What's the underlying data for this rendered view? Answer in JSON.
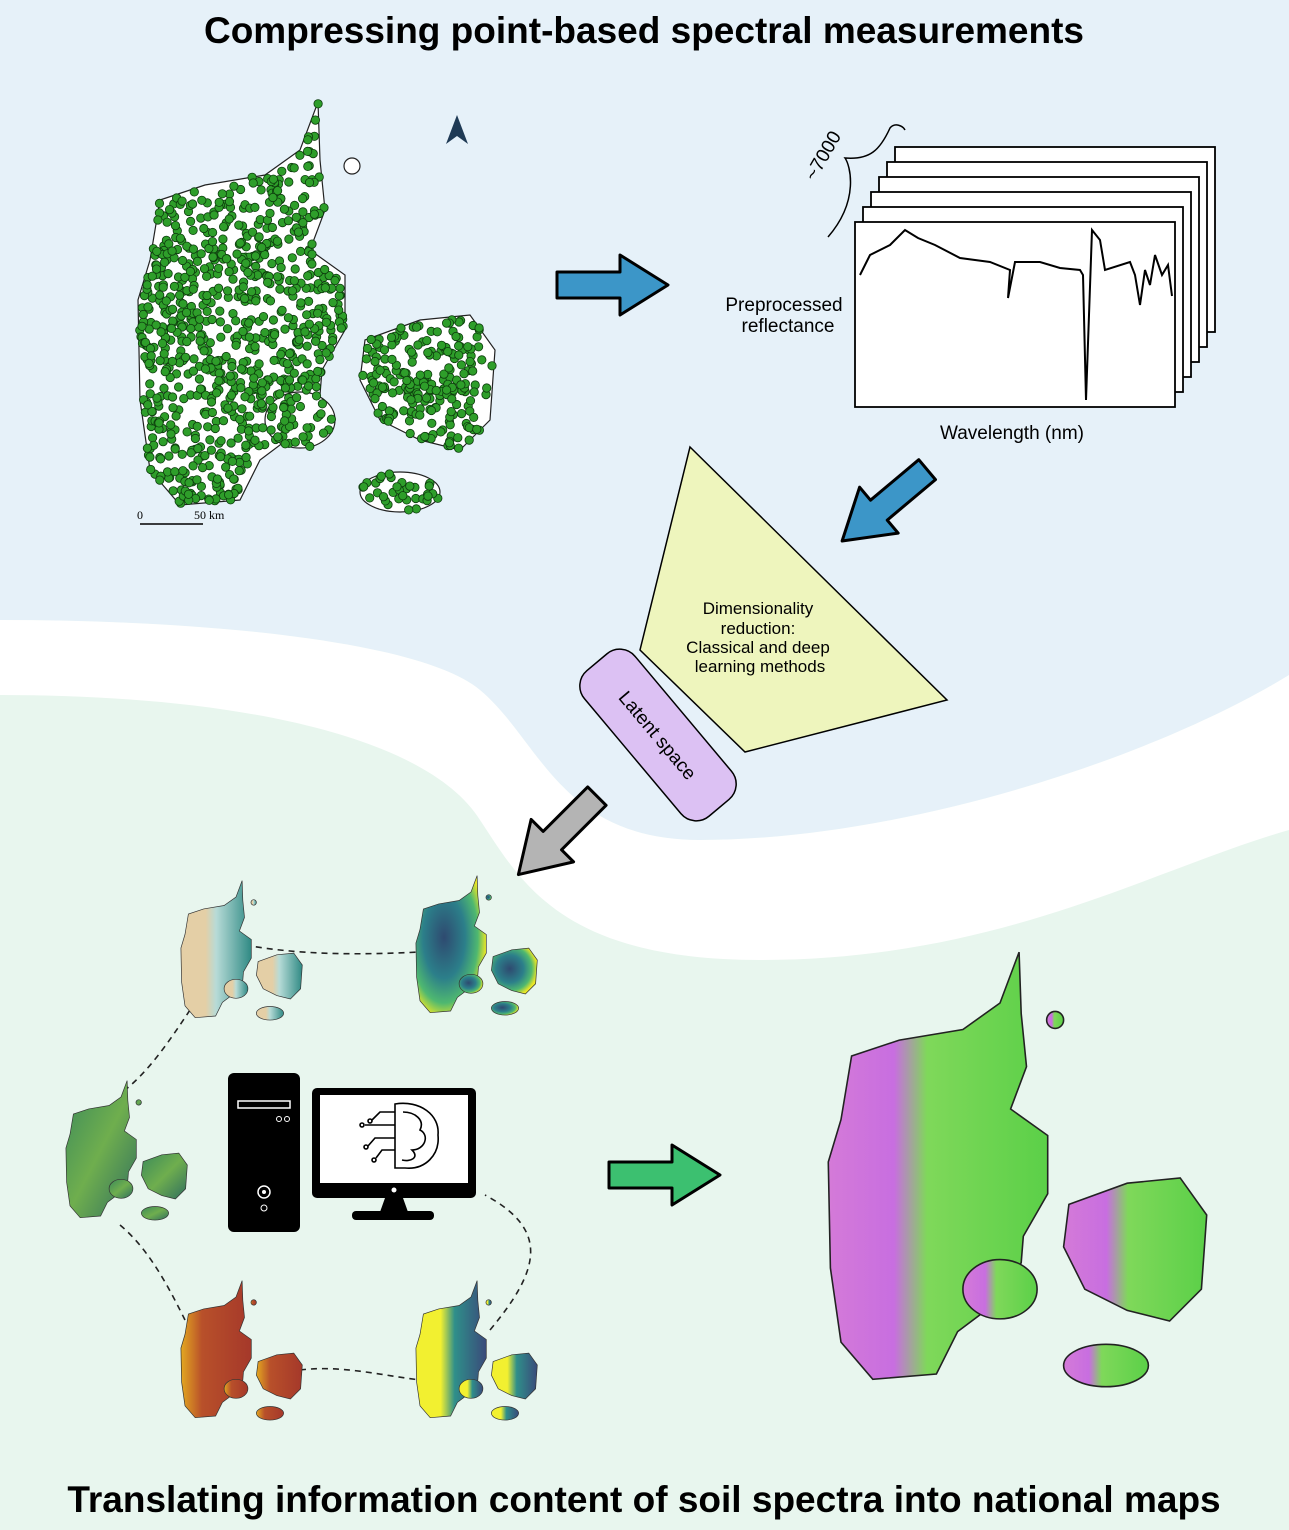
{
  "title_top": "Compressing point-based spectral measurements",
  "title_bottom": "Translating information content of soil spectra into national maps",
  "scale_bar": {
    "start": "0",
    "end": "50 km"
  },
  "spectra": {
    "count_label": "~7000",
    "ylabel_line1": "Preprocessed",
    "ylabel_line2": "reflectance",
    "xlabel": "Wavelength (nm)"
  },
  "funnel": {
    "line1": "Dimensionality",
    "line2": "reduction:",
    "line3": "Classical and deep",
    "line4": "learning methods"
  },
  "latent_label": "Latent space",
  "colors": {
    "top_bg": "#e6f1f9",
    "bottom_bg": "#e8f6ee",
    "points": "#2e9e2a",
    "blue_arrow": "#3c96c8",
    "gray_arrow": "#b4b4b4",
    "green_arrow": "#3cc070",
    "funnel": "#eef5bd",
    "latent": "#dcc1f3"
  }
}
